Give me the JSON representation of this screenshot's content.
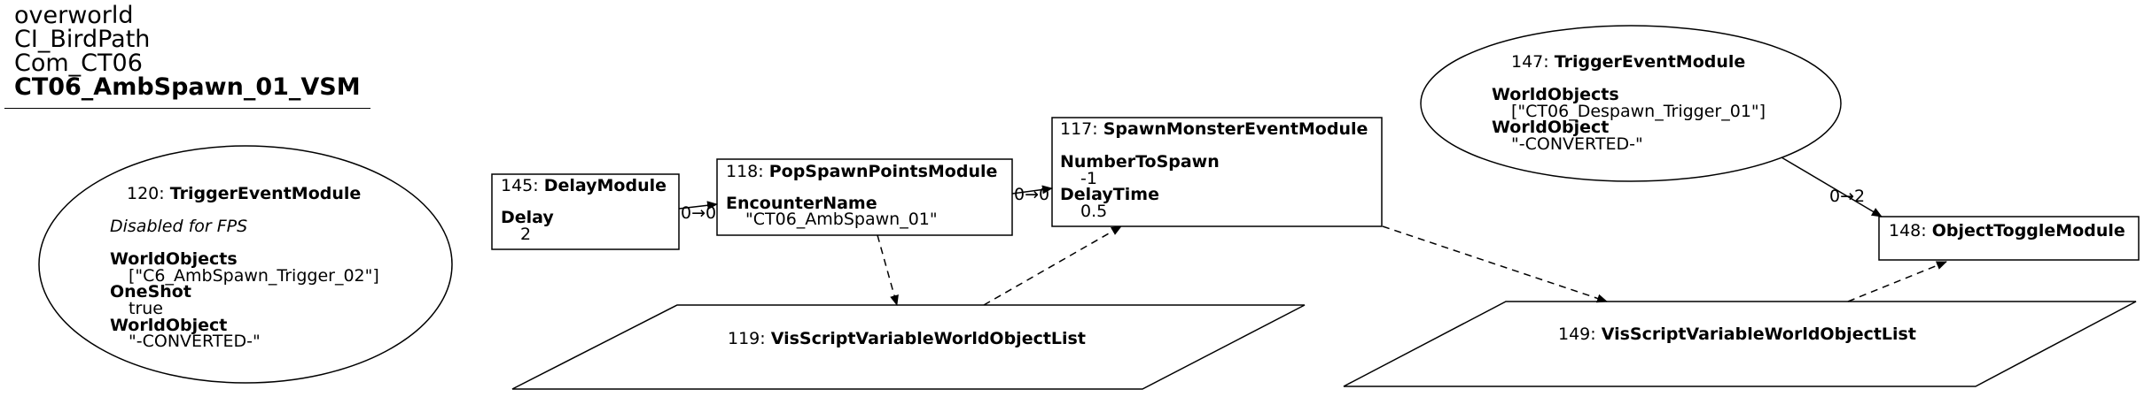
{
  "header": {
    "lines": [
      "overworld",
      "CI_BirdPath",
      "Com_CT06",
      "CT06_AmbSpawn_01_VSM"
    ]
  },
  "nodes": {
    "n120": {
      "id": "120",
      "type": "TriggerEventModule",
      "note": "Disabled for FPS",
      "props": [
        {
          "key": "WorldObjects",
          "value": "[\"C6_AmbSpawn_Trigger_02\"]"
        },
        {
          "key": "OneShot",
          "value": "true"
        },
        {
          "key": "WorldObject",
          "value": "\"-CONVERTED-\""
        }
      ]
    },
    "n145": {
      "id": "145",
      "type": "DelayModule",
      "props": [
        {
          "key": "Delay",
          "value": "2"
        }
      ]
    },
    "n118": {
      "id": "118",
      "type": "PopSpawnPointsModule",
      "props": [
        {
          "key": "EncounterName",
          "value": "\"CT06_AmbSpawn_01\""
        }
      ]
    },
    "n117": {
      "id": "117",
      "type": "SpawnMonsterEventModule",
      "props": [
        {
          "key": "NumberToSpawn",
          "value": "-1"
        },
        {
          "key": "DelayTime",
          "value": "0.5"
        }
      ]
    },
    "n147": {
      "id": "147",
      "type": "TriggerEventModule",
      "props": [
        {
          "key": "WorldObjects",
          "value": "[\"CT06_Despawn_Trigger_01\"]"
        },
        {
          "key": "WorldObject",
          "value": "\"-CONVERTED-\""
        }
      ]
    },
    "n148": {
      "id": "148",
      "type": "ObjectToggleModule"
    },
    "n119": {
      "id": "119",
      "type": "VisScriptVariableWorldObjectList"
    },
    "n149": {
      "id": "149",
      "type": "VisScriptVariableWorldObjectList"
    }
  },
  "edges": {
    "e145_118": "0→0",
    "e118_117": "0→0",
    "e147_148": "0→2"
  },
  "colors": {
    "stroke": "#000000",
    "background": "#ffffff"
  }
}
